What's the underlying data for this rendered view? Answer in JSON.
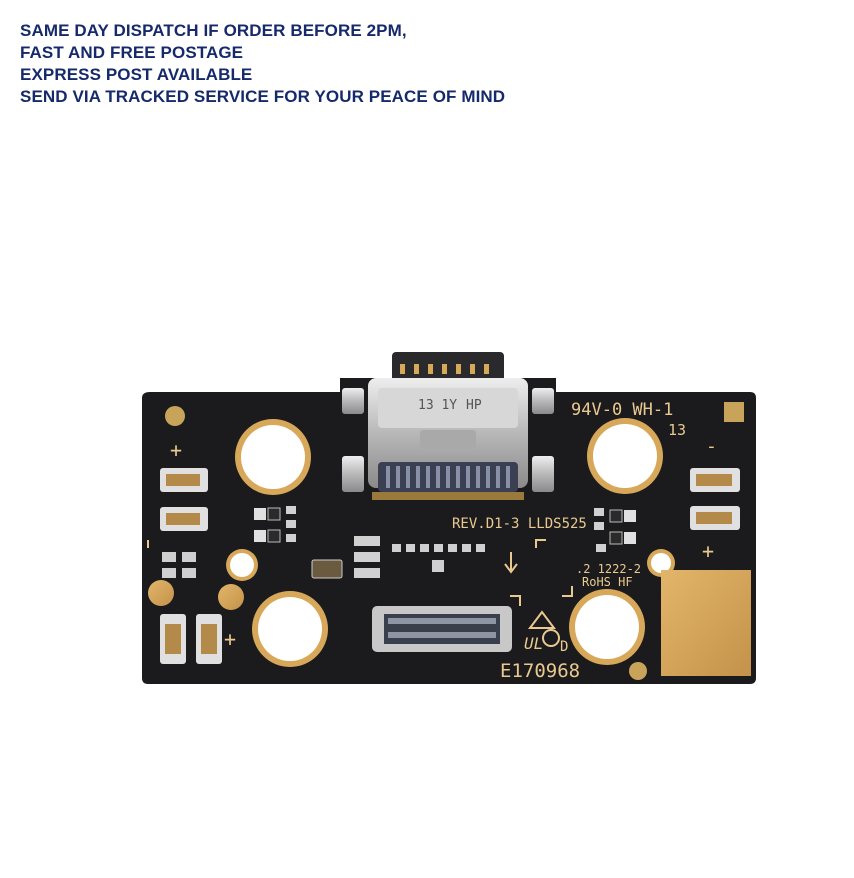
{
  "promo_lines": [
    "SAME DAY DISPATCH IF ORDER BEFORE 2PM,",
    "FAST AND FREE POSTAGE",
    "EXPRESS POST AVAILABLE",
    "SEND VIA TRACKED SERVICE FOR YOUR PEACE OF MIND"
  ],
  "board": {
    "marking_top": "94V-0 WH-1",
    "marking_top_sub": "13",
    "revision": "REV.D1-3 LLDS525",
    "date_code": ".2 1222-2",
    "rohs": "RoHS HF",
    "ul_mark": "UL",
    "ul_suffix": "D",
    "ul_number": "E170968",
    "connector_print": "13 1Y",
    "connector_print2": "HP",
    "plus_sign": "+",
    "minus_sign": "-"
  },
  "colors": {
    "promo_text": "#162a6b",
    "pcb": "#1b1b1d",
    "silkscreen": "#e9c98f",
    "gold_pad": "#d8a85a",
    "metal": "#c9c9c9"
  }
}
